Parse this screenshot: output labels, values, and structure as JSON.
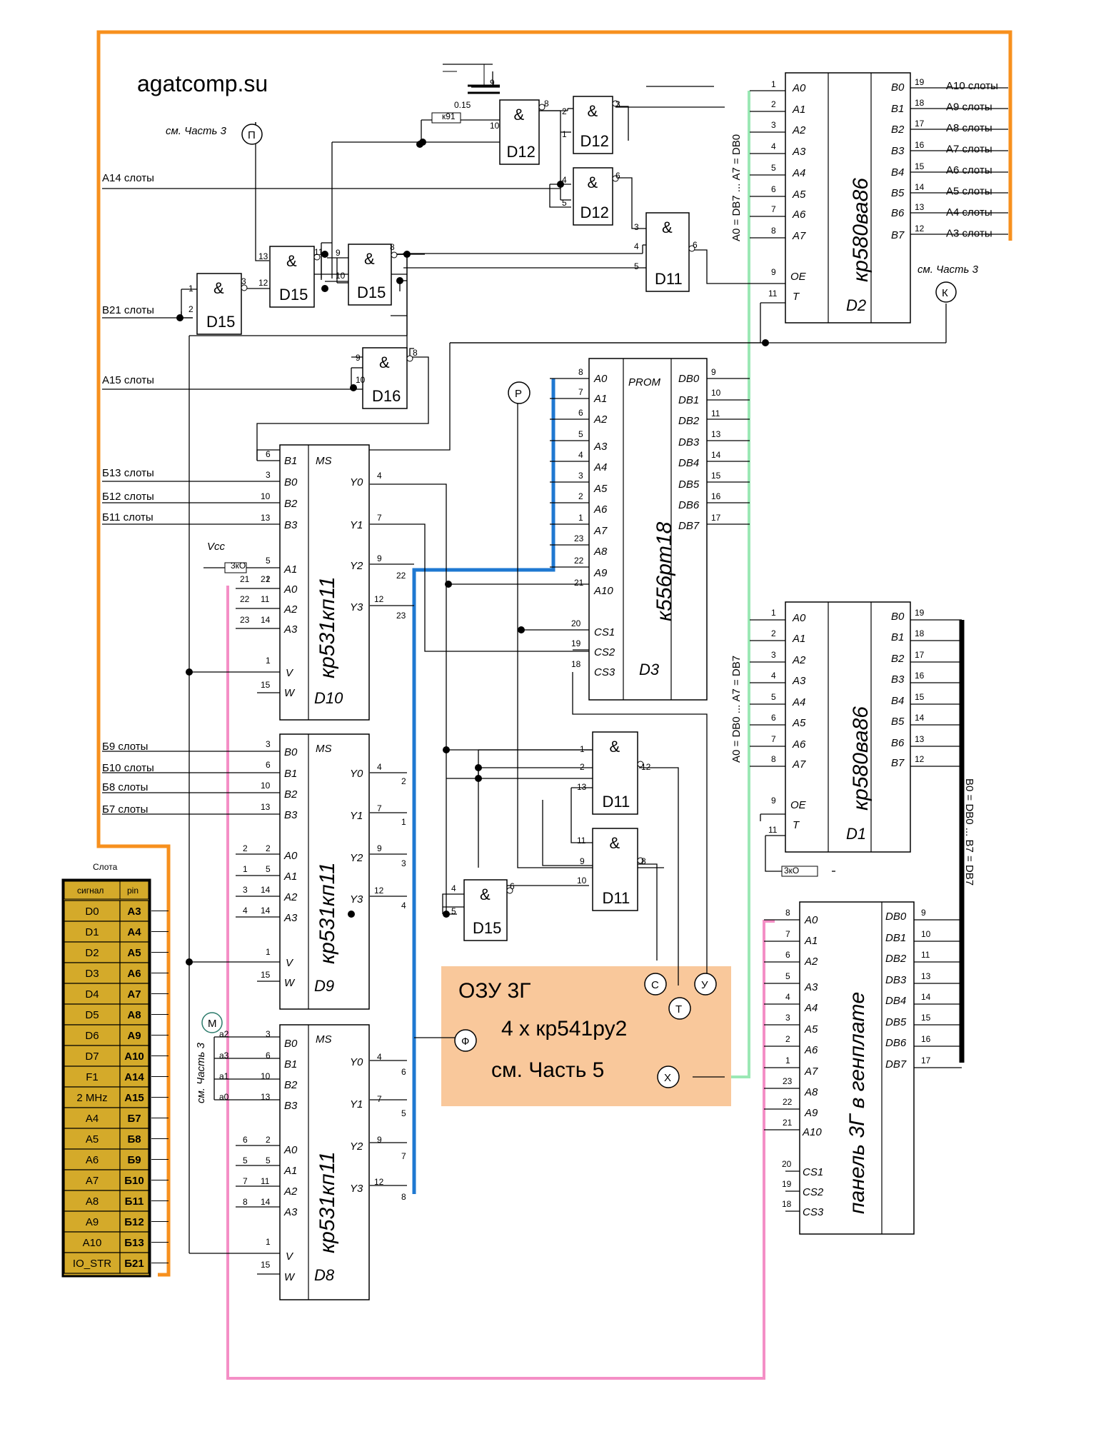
{
  "site": "agatcomp.su",
  "refs": {
    "see_part3": "см. Часть 3",
    "see_part3_vertical": "см. Часть 3"
  },
  "connectors": {
    "P": "П",
    "K": "К",
    "R": "Р",
    "M": "М",
    "S": "С",
    "T": "Т",
    "U": "У",
    "F": "Ф",
    "X": "Х"
  },
  "signals_left": {
    "a14": "А14 слоты",
    "b21": "В21 слоты",
    "a15": "А15 слоты",
    "b13": "Б13 слоты",
    "b12": "Б12 слоты",
    "b11": "Б11 слоты",
    "b9": "Б9 слоты",
    "b10": "Б10 слоты",
    "b8": "Б8 слоты",
    "b7": "Б7 слоты",
    "vcc": "Vcc"
  },
  "signals_right": [
    "А10 слоты",
    "А9 слоты",
    "А8 слоты",
    "А7 слоты",
    "А6 слоты",
    "А5 слоты",
    "А4 слоты",
    "А3 слоты"
  ],
  "bus_notes": {
    "d2": "А0 = DB7 ... А7 = DB0",
    "d1": "А0 = DB0 ... А7 = DB7",
    "panel": "В0 = DB0 ... В7 = DB7"
  },
  "components": {
    "c_val": "0.15",
    "r_val": "к91",
    "r3k": "3кО"
  },
  "gates": {
    "d12": "D12",
    "d11": "D11",
    "d15": "D15",
    "d16": "D16",
    "amp": "&"
  },
  "chips": {
    "d2": {
      "id": "D2",
      "name": "кр580ва86"
    },
    "d1": {
      "id": "D1",
      "name": "кр580ва86"
    },
    "d3": {
      "id": "D3",
      "name": "к556рт18",
      "tag": "PROM"
    },
    "d10": {
      "id": "D10",
      "name": "кр531кп11",
      "tag": "MS"
    },
    "d9": {
      "id": "D9",
      "name": "кр531кп11",
      "tag": "MS"
    },
    "d8": {
      "id": "D8",
      "name": "кр531кп11",
      "tag": "MS"
    },
    "panel": {
      "name": "панель 3Г в генплате"
    }
  },
  "ram_box": {
    "title": "ОЗУ 3Г",
    "line2": "4 х кр541ру2",
    "line3": "см. Часть 5",
    "color": "#f9c89b"
  },
  "slot_table": {
    "title": "Слота",
    "header": [
      "сигнал",
      "pin"
    ],
    "rows": [
      [
        "D0",
        "А3"
      ],
      [
        "D1",
        "А4"
      ],
      [
        "D2",
        "А5"
      ],
      [
        "D3",
        "А6"
      ],
      [
        "D4",
        "А7"
      ],
      [
        "D5",
        "А8"
      ],
      [
        "D6",
        "А9"
      ],
      [
        "D7",
        "А10"
      ],
      [
        "F1",
        "А14"
      ],
      [
        "2 MHz",
        "А15"
      ],
      [
        "A4",
        "Б7"
      ],
      [
        "A5",
        "Б8"
      ],
      [
        "A6",
        "Б9"
      ],
      [
        "A7",
        "Б10"
      ],
      [
        "A8",
        "Б11"
      ],
      [
        "A9",
        "Б12"
      ],
      [
        "A10",
        "Б13"
      ],
      [
        "IO_STR",
        "Б21"
      ]
    ],
    "fill": "#d4aa2a"
  },
  "colors": {
    "orange": "#f7901e",
    "pink": "#f48fc6",
    "blue": "#1f78d1",
    "green": "#9be8b5",
    "ram": "#f9c89b"
  }
}
